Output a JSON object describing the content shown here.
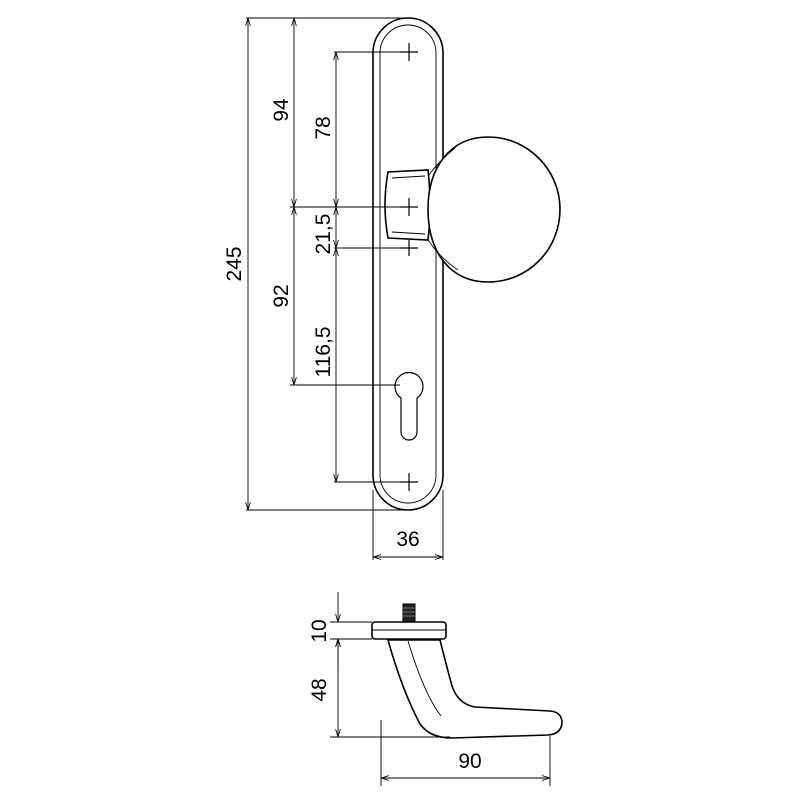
{
  "front_view": {
    "dimensions": {
      "overall_height": "245",
      "top_to_knob": "94",
      "top_screw_to_knob": "78",
      "knob_to_screw": "21,5",
      "knob_to_cylinder": "92",
      "screw_to_bottom_screw": "116,5",
      "plate_width": "36"
    }
  },
  "side_view": {
    "dimensions": {
      "rose_thickness": "10",
      "handle_drop": "48",
      "handle_projection": "90"
    }
  }
}
